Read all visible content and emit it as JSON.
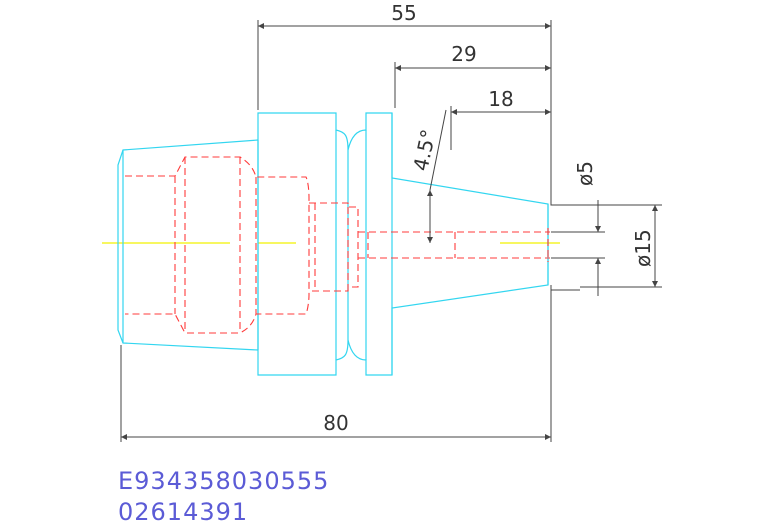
{
  "dimensions": {
    "d55": "55",
    "d29": "29",
    "d18": "18",
    "angle": "4.5°",
    "dia5": "ø5",
    "dia15": "ø15",
    "d80": "80"
  },
  "codes": {
    "line1": "E934358030555",
    "line2": "02614391"
  },
  "colors": {
    "outline": "#33d6f0",
    "hidden": "#ff3b3b",
    "centerline": "#f2f200",
    "dimension": "#444444",
    "code_text": "#5b5bd6"
  }
}
